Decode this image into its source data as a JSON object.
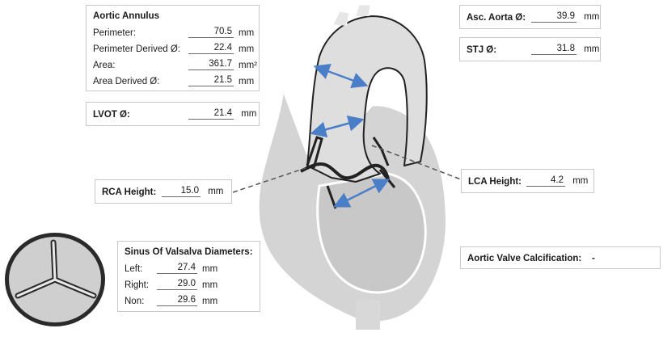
{
  "annulus": {
    "title": "Aortic Annulus",
    "perimeter_label": "Perimeter:",
    "perimeter_value": "70.5",
    "perimeter_unit": "mm",
    "perim_derived_label": "Perimeter Derived Ø:",
    "perim_derived_value": "22.4",
    "perim_derived_unit": "mm",
    "area_label": "Area:",
    "area_value": "361.7",
    "area_unit": "mm²",
    "area_derived_label": "Area Derived Ø:",
    "area_derived_value": "21.5",
    "area_derived_unit": "mm"
  },
  "lvot": {
    "label": "LVOT Ø:",
    "value": "21.4",
    "unit": "mm"
  },
  "asc_aorta": {
    "label": "Asc. Aorta Ø:",
    "value": "39.9",
    "unit": "mm"
  },
  "stj": {
    "label": "STJ Ø:",
    "value": "31.8",
    "unit": "mm"
  },
  "rca": {
    "label": "RCA Height:",
    "value": "15.0",
    "unit": "mm"
  },
  "lca": {
    "label": "LCA Height:",
    "value": "4.2",
    "unit": "mm"
  },
  "sinus": {
    "title": "Sinus Of Valsalva Diameters:",
    "left_label": "Left:",
    "left_value": "27.4",
    "left_unit": "mm",
    "right_label": "Right:",
    "right_value": "29.0",
    "right_unit": "mm",
    "non_label": "Non:",
    "non_value": "29.6",
    "non_unit": "mm"
  },
  "calcification": {
    "label": "Aortic Valve Calcification:",
    "value": "-"
  },
  "colors": {
    "arrow": "#4a7fc8",
    "heart_fill": "#d4d4d4",
    "aorta_fill": "#dedede",
    "outline": "#222222"
  }
}
